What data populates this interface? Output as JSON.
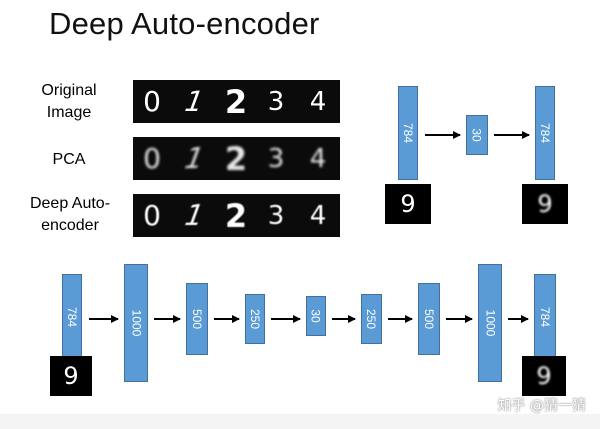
{
  "title": "Deep Auto-encoder",
  "rows": [
    {
      "label": "Original Image"
    },
    {
      "label": "PCA"
    },
    {
      "label": "Deep Auto-encoder"
    }
  ],
  "digits": [
    "0",
    "1",
    "2",
    "3",
    "4"
  ],
  "shallow": {
    "layers": [
      "784",
      "30",
      "784"
    ],
    "input_digit": "9",
    "output_digit": "9"
  },
  "deep": {
    "layers": [
      "784",
      "1000",
      "500",
      "250",
      "30",
      "250",
      "500",
      "1000",
      "784"
    ],
    "input_digit": "9",
    "output_digit": "9"
  },
  "watermark": "知乎 @猜一猜",
  "colors": {
    "layer_fill": "#5b9bd5",
    "layer_border": "#41719c",
    "strip_bg": "#0b0b0b"
  }
}
